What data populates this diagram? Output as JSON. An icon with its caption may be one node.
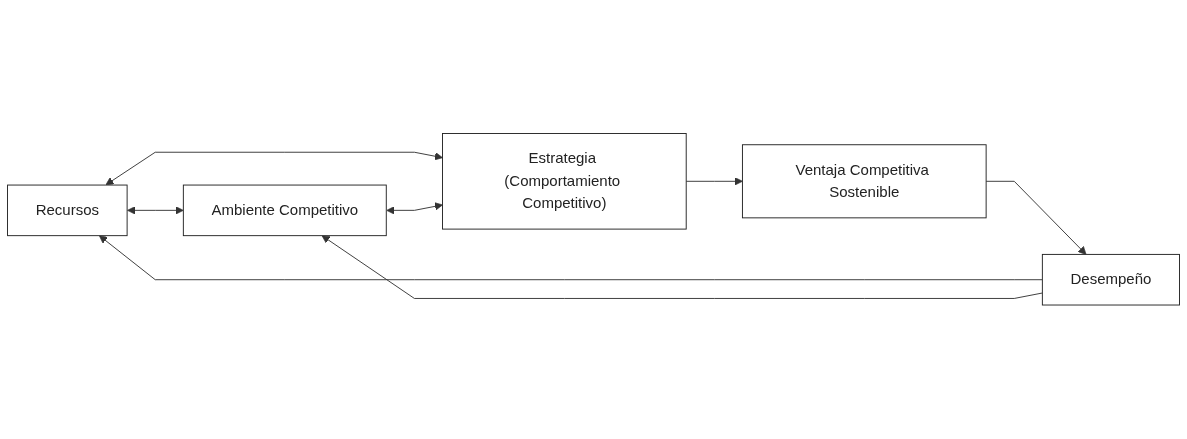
{
  "diagram": {
    "nodes": [
      {
        "text": [
          "Recursos"
        ]
      },
      {
        "text": [
          "Ambiente Competitivo"
        ]
      },
      {
        "text": [
          "Estrategia (Comportamiento Competitivo)"
        ]
      },
      {
        "text": [
          "Ventaja Competitiva Sostenible"
        ]
      },
      {
        "text": [
          "Desempeño"
        ]
      }
    ],
    "edges": [
      {
        "from": 0,
        "to": 1,
        "arrow": "both"
      },
      {
        "from": 0,
        "to": 2,
        "arrow": "both"
      },
      {
        "from": 1,
        "to": 2,
        "arrow": "both"
      },
      {
        "from": 2,
        "to": 3,
        "arrow": "to"
      },
      {
        "from": 3,
        "to": 4,
        "arrow": "to"
      },
      {
        "from": 4,
        "to": 0,
        "arrow": "to"
      },
      {
        "from": 4,
        "to": 1,
        "arrow": "to"
      }
    ]
  }
}
